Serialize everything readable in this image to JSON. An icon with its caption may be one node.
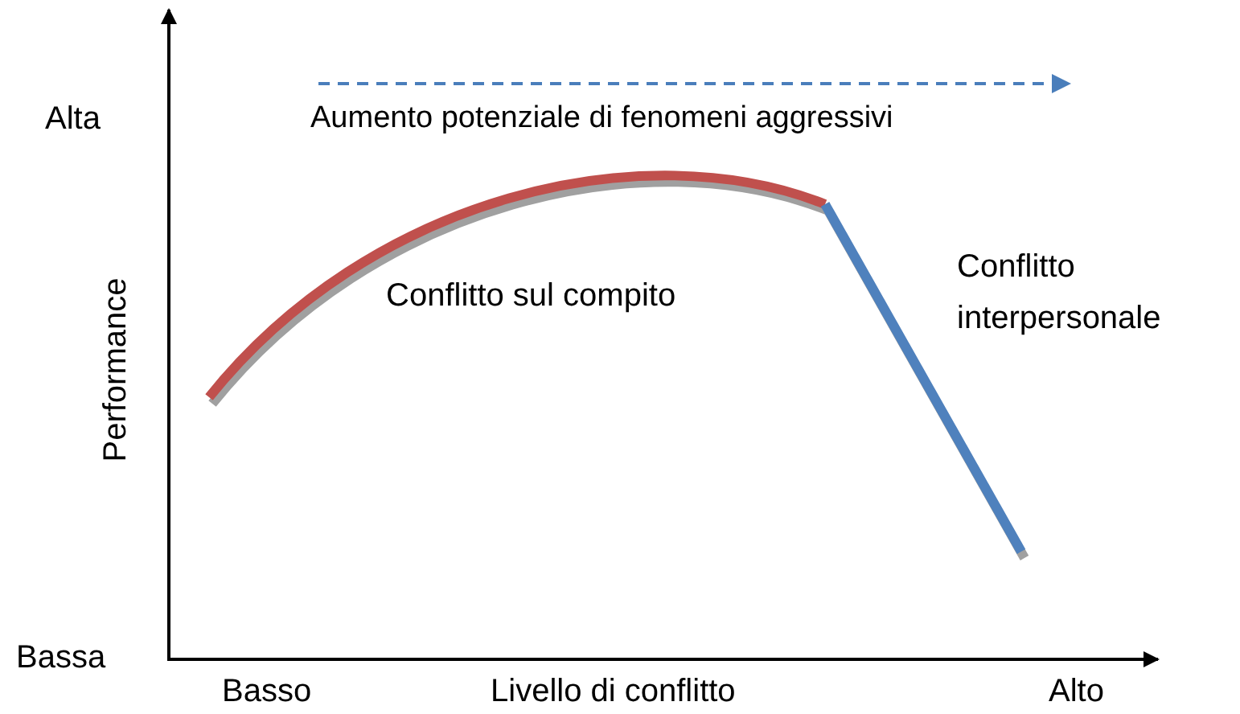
{
  "diagram": {
    "labels": [
      "Alta",
      "Aumento potenziale di fenomeni aggressivi",
      "Performance",
      "Conflitto sul compito",
      "Conflitto interpersonale",
      "Bassa",
      "Basso",
      "Livello di conflitto",
      "Alto"
    ]
  }
}
